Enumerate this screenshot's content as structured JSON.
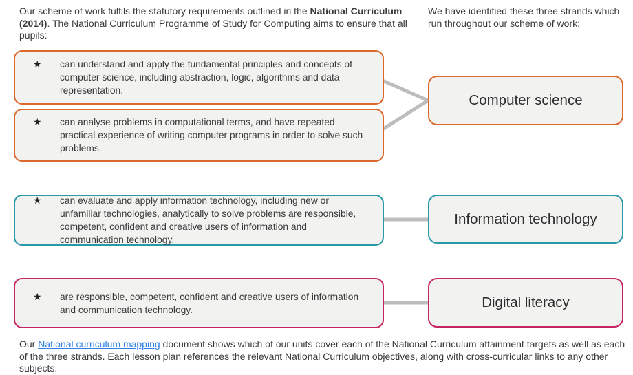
{
  "colors": {
    "computer_science": "#DC682B",
    "information_technology": "#2999A9",
    "digital_literacy": "#C52563",
    "box_fill": "#F2F2F1",
    "connector": "#BDBDBD",
    "link": "#2F80E7"
  },
  "intro": {
    "left": {
      "pre": "Our scheme of work fulfils the statutory requirements outlined in the ",
      "bold": "National Curriculum (2014)",
      "post": ". The National Curriculum Programme of Study for Computing aims to ensure that all pupils:"
    },
    "right": "We have identified these three strands which run throughout our scheme of work:"
  },
  "requirements": [
    {
      "bullet": "★",
      "text": "can understand and apply the fundamental principles and concepts of computer science, including abstraction, logic, algorithms and data representation.",
      "color": "#DC682B"
    },
    {
      "bullet": "★",
      "text": "can analyse problems in computational terms, and have repeated practical experience of writing computer programs in order to solve such problems.",
      "color": "#DC682B"
    },
    {
      "bullet": "★",
      "text": "can evaluate and apply information technology, including new or unfamiliar technologies, analytically to solve problems are responsible, competent, confident and creative users of information and communication technology.",
      "color": "#2999A9"
    },
    {
      "bullet": "★",
      "text": "are responsible, competent, confident and creative users of information and communication technology.",
      "color": "#C52563"
    }
  ],
  "strands": [
    {
      "label": "Computer science",
      "color": "#DC682B"
    },
    {
      "label": "Information technology",
      "color": "#2999A9"
    },
    {
      "label": "Digital literacy",
      "color": "#C52563"
    }
  ],
  "footer": {
    "pre": "Our ",
    "link": "National curriculum mapping",
    "post": " document shows which of our units cover each of the National Curriculum attainment targets as well as each of the three strands. Each lesson plan references the relevant National Curriculum objectives, along with cross-curricular links to any other subjects."
  }
}
